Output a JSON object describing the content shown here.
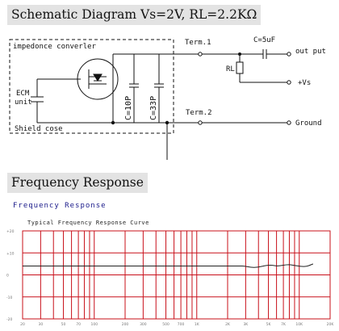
{
  "schematic": {
    "title": "Schematic Diagram  Vs=2V, RL=2.2KΩ",
    "box_label_top": "impedonce converler",
    "box_label_bottom": "Shield cose",
    "ecm_label_1": "ECM",
    "ecm_label_2": "unit",
    "c1_label": "C=10P",
    "c2_label": "C=33P",
    "term1": "Term.1",
    "term2": "Term.2",
    "rl_label": "RL",
    "cap_label": "C=5uF",
    "out_label": "out put",
    "vs_label": "+Vs",
    "gnd_label": "Ground"
  },
  "frequency": {
    "title": "Frequency Response",
    "subtitle": "Frequency Response",
    "curve_title": "Typical Frequency Response Curve",
    "y_tick_labels": [
      "+20",
      "+10",
      "0",
      "-10",
      "-20"
    ],
    "x_tick_labels": [
      "20",
      "30",
      "50",
      "70",
      "100",
      "200",
      "300",
      "500",
      "700",
      "1K",
      "2K",
      "3K",
      "5K",
      "7K",
      "10K",
      "20K"
    ],
    "colors": {
      "grid": "#c8101a",
      "curve": "#222222",
      "header_bg": "#e3e3e3"
    }
  }
}
